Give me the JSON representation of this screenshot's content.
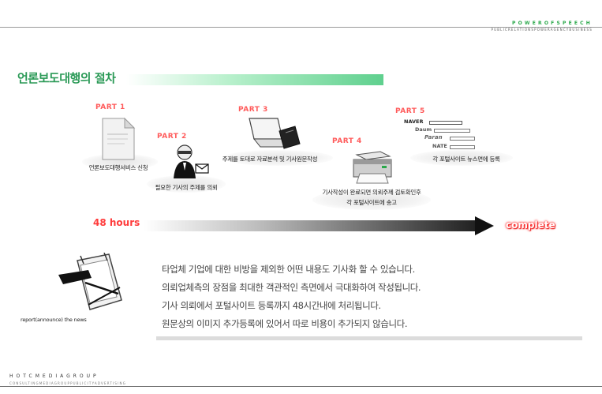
{
  "brand": {
    "name": "POWEROFSPEECH",
    "tagline": "PUBLICRELATIONSPOWERAGENCYBUSINESS"
  },
  "title": "언론보도대행의 절차",
  "steps": [
    {
      "part": "PART 1",
      "caption": "언론보도대행서비스 신청",
      "icon": "document-icon"
    },
    {
      "part": "PART 2",
      "caption": "필요한 기사의 주제를 의뢰",
      "icon": "person-mail-icon"
    },
    {
      "part": "PART 3",
      "caption": "주제를 토대로 자료분석 및 기사원문작성",
      "icon": "laptop-icon"
    },
    {
      "part": "PART 4",
      "caption_line1": "기사작성이 완료되면 의뢰주께 검토확인후",
      "caption_line2": "각 포털사이트에 송고",
      "icon": "printer-icon"
    },
    {
      "part": "PART 5",
      "caption": "각 포털사이트 뉴스면에 등록",
      "icon": "portal-logos-icon",
      "portals": [
        "NAVER",
        "Daum",
        "Paran",
        "NATE"
      ]
    }
  ],
  "timeline": {
    "start_label": "48 hours",
    "end_label": "complete"
  },
  "description": [
    "타업체 기업에 대한 비방을 제외한 어떤 내용도 기사화 할 수 있습니다.",
    "의뢰업체측의 장점을 최대한 객관적인 측면에서 극대화하여 작성됩니다.",
    "기사 의뢰에서 포털사이트 등록까지 48시간내에 처리됩니다.",
    "원문상의 이미지 추가등록에 있어서 따로 비용이 추가되지 않습니다."
  ],
  "report_caption": "report(announce) the news",
  "footer": {
    "line1": "HOTCMEDIAGROUP",
    "line2": "CONSULTINGMEDIAGROUPPUBLICITYADVERTISING"
  },
  "colors": {
    "title_green": "#2b9a57",
    "part_red": "#ff5b5b",
    "hours_red": "#ff3b3b"
  }
}
